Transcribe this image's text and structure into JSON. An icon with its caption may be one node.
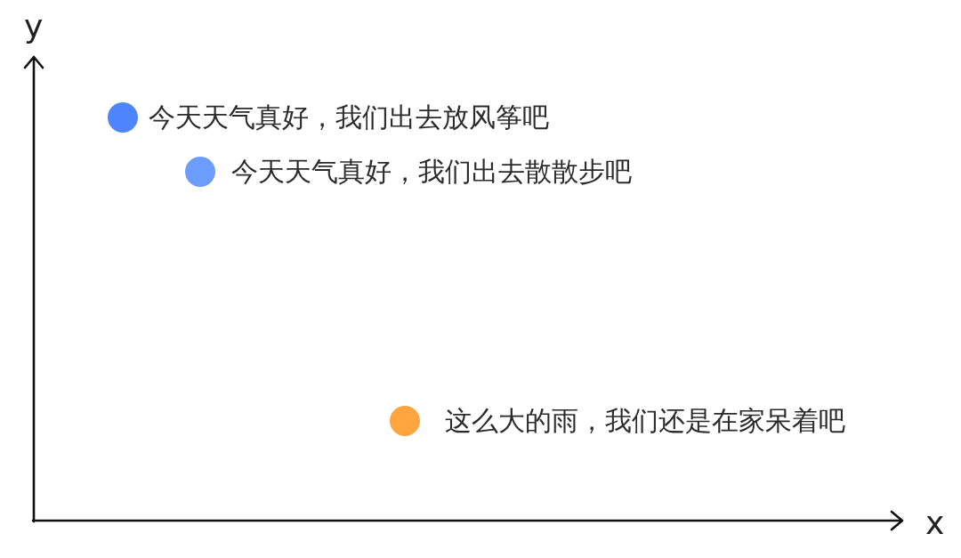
{
  "diagram": {
    "nodes": [
      {
        "text": [],
        "shape": "circle",
        "beside": [
          "今天天气真好，我们出去放风筝吧"
        ]
      },
      {
        "text": [],
        "shape": "circle",
        "beside": [
          "今天天气真好，我们出去散散步吧"
        ]
      },
      {
        "text": [],
        "shape": "circle",
        "beside": [
          "这么大的雨，我们还是在家呆着吧"
        ]
      }
    ],
    "labels": [
      "y",
      "x"
    ]
  }
}
